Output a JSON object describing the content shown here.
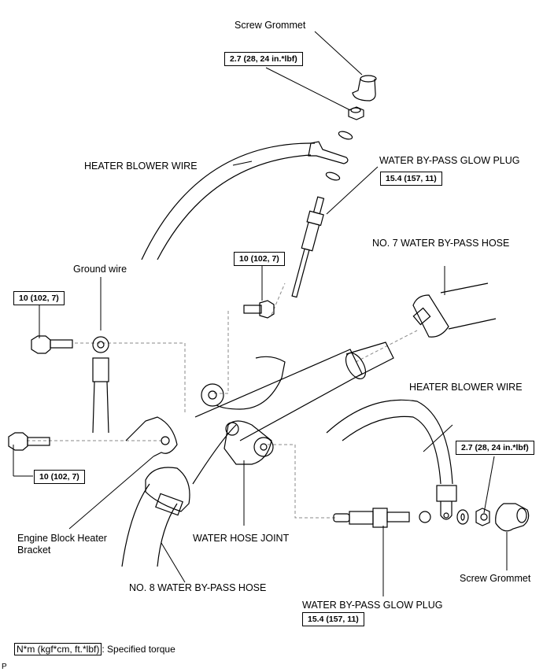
{
  "labels": {
    "screw_grommet_top": "Screw Grommet",
    "heater_blower_wire_top": "HEATER BLOWER WIRE",
    "glow_plug_top": "WATER BY-PASS GLOW PLUG",
    "no7_hose": "NO. 7 WATER BY-PASS HOSE",
    "ground_wire": "Ground wire",
    "heater_blower_wire_right": "HEATER BLOWER WIRE",
    "engine_block_heater_bracket_line1": "Engine Block Heater",
    "engine_block_heater_bracket_line2": "Bracket",
    "water_hose_joint": "WATER HOSE JOINT",
    "no8_hose": "NO. 8 WATER BY-PASS HOSE",
    "screw_grommet_bottom": "Screw Grommet",
    "glow_plug_bottom": "WATER BY-PASS GLOW PLUG"
  },
  "torques": {
    "nut_top": "2.7 (28, 24 in.*lbf)",
    "glow_plug_top": "15.4 (157, 11)",
    "bolt_center": "10 (102, 7)",
    "bolt_ground": "10 (102, 7)",
    "bolt_bracket": "10 (102, 7)",
    "nut_right": "2.7 (28, 24 in.*lbf)",
    "glow_plug_bottom": "15.4 (157, 11)"
  },
  "legend": {
    "unit": "N*m (kgf*cm, ft.*lbf)",
    "text": ": Specified torque"
  },
  "code": "P"
}
